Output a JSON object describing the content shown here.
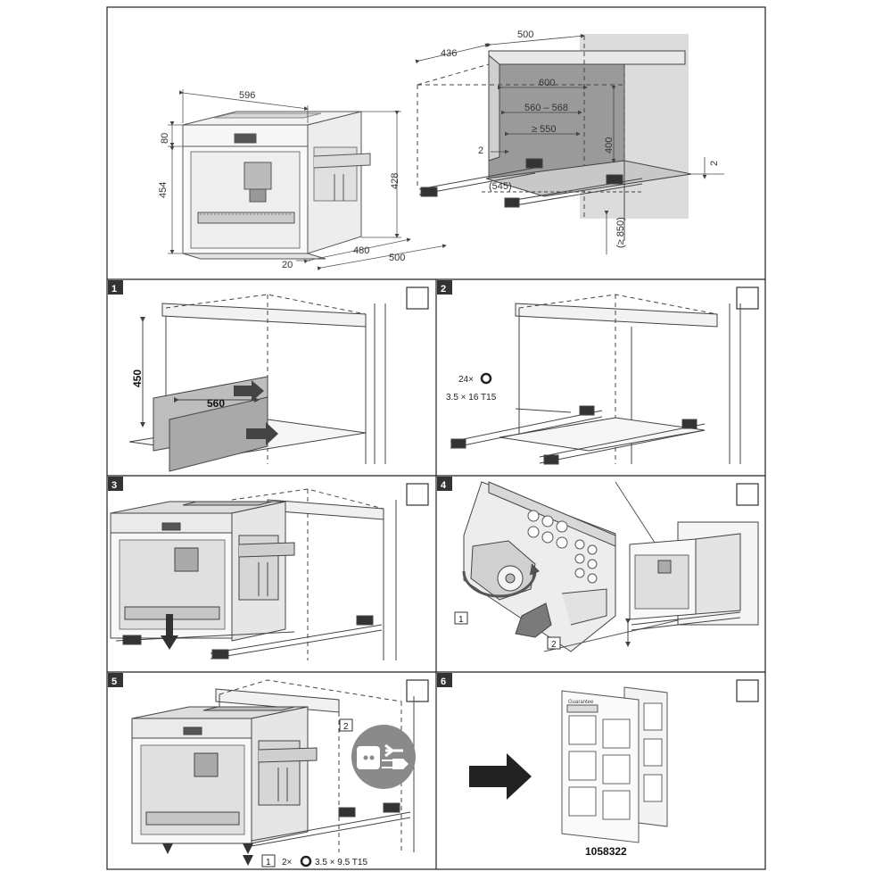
{
  "top": {
    "appliance_dims": [
      "596",
      "80",
      "454",
      "428",
      "480",
      "500",
      "20"
    ],
    "niche_dims": [
      "436",
      "500",
      "600",
      "560 – 568",
      "≥ 550",
      "2",
      "400",
      "(545)",
      "2",
      "(≥ 850)"
    ]
  },
  "steps": [
    {
      "num": "1",
      "dims": [
        "450",
        "560"
      ]
    },
    {
      "num": "2",
      "count": "24×",
      "screw": "3.5 × 16 T15"
    },
    {
      "num": "3"
    },
    {
      "num": "4",
      "callouts": [
        "1",
        "2"
      ]
    },
    {
      "num": "5",
      "callout_top": "2",
      "callout_bottom": "1",
      "count": "2×",
      "screw": "3.5 × 9.5 T15"
    },
    {
      "num": "6",
      "booklet_title": "Guarantee",
      "part_no": "1058322"
    }
  ],
  "colors": {
    "shade": "#cfcfcf",
    "dark": "#4a4a4a",
    "line": "#444444"
  },
  "icons": [
    "unplug-icon",
    "screw-icon",
    "arrow-right-icon"
  ]
}
